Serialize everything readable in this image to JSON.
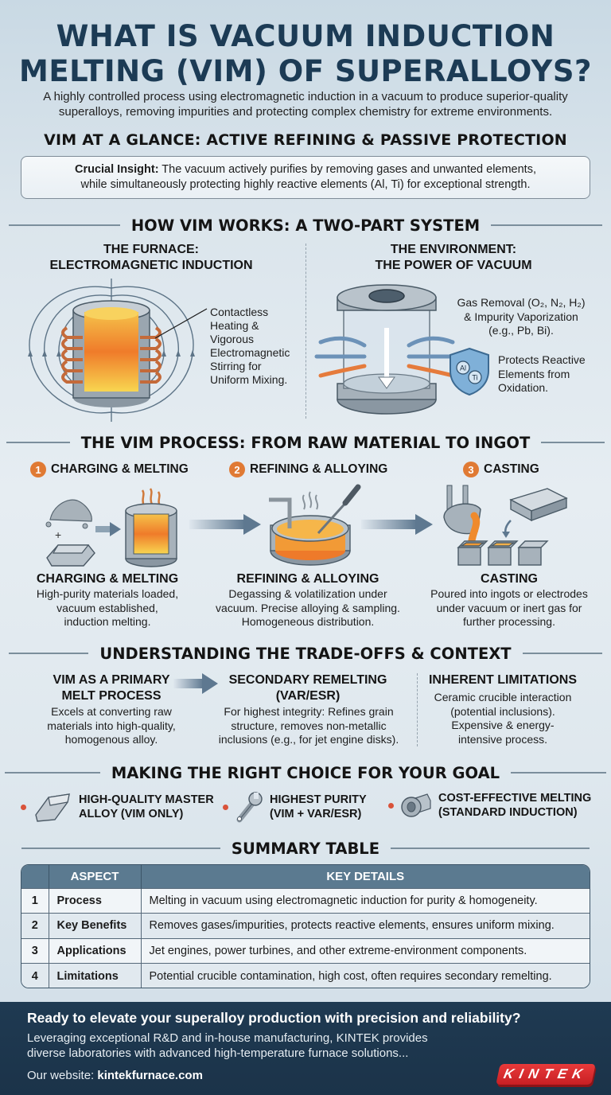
{
  "header": {
    "title_line1": "WHAT IS VACUUM INDUCTION",
    "title_line2": "MELTING (VIM) OF SUPERALLOYS?",
    "subtitle_line1": "A highly controlled process using electromagnetic induction in a vacuum to produce superior-quality",
    "subtitle_line2": "superalloys, removing impurities and protecting complex chemistry for extreme environments."
  },
  "glance": {
    "title": "VIM AT A GLANCE: ACTIVE REFINING & PASSIVE PROTECTION",
    "insight_label": "Crucial Insight:",
    "insight_line1": " The vacuum actively purifies by removing gases and unwanted elements,",
    "insight_line2": "while simultaneously protecting highly reactive elements (Al, Ti) for exceptional strength."
  },
  "how_it_works": {
    "title": "HOW VIM WORKS: A TWO-PART SYSTEM",
    "furnace": {
      "heading_line1": "THE FURNACE:",
      "heading_line2": "ELECTROMAGNETIC INDUCTION",
      "callout": [
        "Contactless",
        "Heating &",
        "Vigorous",
        "Electromagnetic",
        "Stirring for",
        "Uniform Mixing."
      ]
    },
    "environment": {
      "heading_line1": "THE ENVIRONMENT:",
      "heading_line2": "THE POWER OF VACUUM",
      "gas_line1": "Gas Removal (O₂, N₂, H₂)",
      "gas_line2": "& Impurity Vaporization",
      "gas_line3": "(e.g., Pb, Bi).",
      "shield_el1": "Al",
      "shield_el2": "Ti",
      "protect": [
        "Protects Reactive",
        "Elements from",
        "Oxidation."
      ]
    }
  },
  "process": {
    "title": "THE VIM PROCESS: FROM RAW MATERIAL TO INGOT",
    "steps": [
      {
        "num": "1",
        "label": "CHARGING & MELTING",
        "heading": "CHARGING & MELTING",
        "desc": [
          "High-purity materials loaded,",
          "vacuum established,",
          "induction melting."
        ]
      },
      {
        "num": "2",
        "label": "REFINING & ALLOYING",
        "heading": "REFINING & ALLOYING",
        "desc": [
          "Degassing & volatilization under",
          "vacuum. Precise alloying & sampling.",
          "Homogeneous distribution."
        ]
      },
      {
        "num": "3",
        "label": "CASTING",
        "heading": "CASTING",
        "desc": [
          "Poured into ingots or electrodes",
          "under vacuum or inert gas for",
          "further processing."
        ]
      }
    ]
  },
  "tradeoffs": {
    "title": "UNDERSTANDING THE TRADE-OFFS & CONTEXT",
    "cols": [
      {
        "heading": [
          "VIM AS A PRIMARY",
          "MELT PROCESS"
        ],
        "desc": [
          "Excels at converting raw",
          "materials into high-quality,",
          "homogenous alloy."
        ]
      },
      {
        "heading": [
          "SECONDARY REMELTING",
          "(VAR/ESR)"
        ],
        "desc": [
          "For highest integrity: Refines grain",
          "structure, removes non-metallic",
          "inclusions (e.g., for jet engine disks)."
        ]
      },
      {
        "heading": [
          "INHERENT LIMITATIONS"
        ],
        "desc": [
          "Ceramic crucible interaction",
          "(potential inclusions).",
          "Expensive & energy-",
          "intensive process."
        ]
      }
    ]
  },
  "choice": {
    "title": "MAKING THE RIGHT CHOICE FOR YOUR GOAL",
    "items": [
      {
        "line1": "HIGH-QUALITY MASTER",
        "line2": "ALLOY (VIM ONLY)",
        "icon": "ingot-icon"
      },
      {
        "line1": "HIGHEST PURITY",
        "line2": "(VIM + VAR/ESR)",
        "icon": "wrench-icon"
      },
      {
        "line1": "COST-EFFECTIVE MELTING",
        "line2": "(STANDARD INDUCTION)",
        "icon": "bolt-nut-icon"
      }
    ]
  },
  "summary": {
    "title": "SUMMARY TABLE",
    "headers": [
      "",
      "ASPECT",
      "KEY DETAILS"
    ],
    "rows": [
      {
        "num": "1",
        "aspect": "Process",
        "details": "Melting in vacuum using electromagnetic induction for purity & homogeneity."
      },
      {
        "num": "2",
        "aspect": "Key Benefits",
        "details": "Removes gases/impurities, protects reactive elements, ensures uniform mixing."
      },
      {
        "num": "3",
        "aspect": "Applications",
        "details": "Jet engines, power turbines, and other extreme-environment components."
      },
      {
        "num": "4",
        "aspect": "Limitations",
        "details": "Potential crucible contamination, high cost, often requires secondary remelting."
      }
    ]
  },
  "footer": {
    "cta": "Ready to elevate your superalloy production with precision and reliability?",
    "desc_line1": "Leveraging exceptional R&D and in-house manufacturing, KINTEK provides",
    "desc_line2": "diverse laboratories with advanced high-temperature furnace solutions...",
    "site_label": "Our website: ",
    "site_url": "kintekfurnace.com",
    "logo_text": "KINTEK"
  },
  "colors": {
    "title": "#1c3b55",
    "accent_orange": "#e07a34",
    "table_header": "#5b7a90",
    "footer_bg": "#1f3a52",
    "logo_red": "#d8262b",
    "bullet_red": "#d9533a"
  }
}
